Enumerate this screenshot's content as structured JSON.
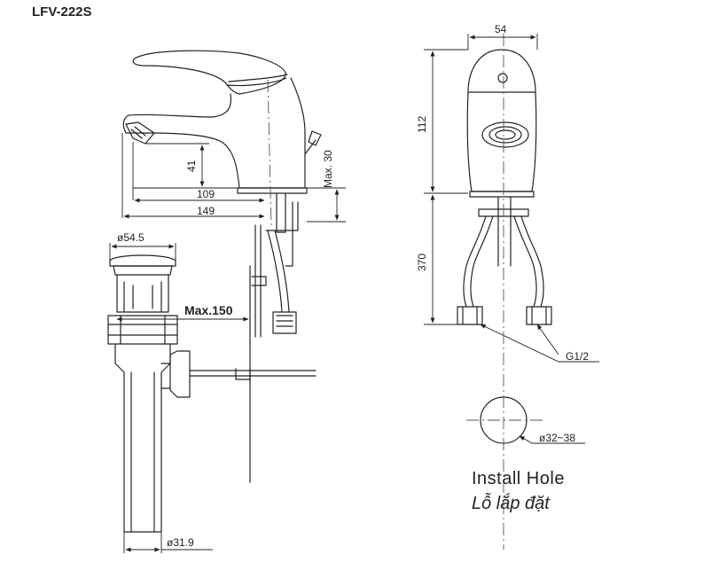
{
  "title": "LFV-222S",
  "dimensions": {
    "width_top": "54",
    "height_body": "112",
    "height_hoses": "370",
    "spout_height": "41",
    "max_deck": "Max. 30",
    "reach_109": "109",
    "reach_149": "149",
    "drain_top_dia": "ø54.5",
    "max_rod": "Max.150",
    "drain_pipe_dia": "ø31.9",
    "connection": "G1/2",
    "hole_dia": "ø32~38"
  },
  "install_hole": {
    "label_en": "Install Hole",
    "label_vi": "Lỗ lắp đặt"
  },
  "colors": {
    "line": "#222222",
    "centerline": "#555555",
    "background": "#ffffff"
  }
}
